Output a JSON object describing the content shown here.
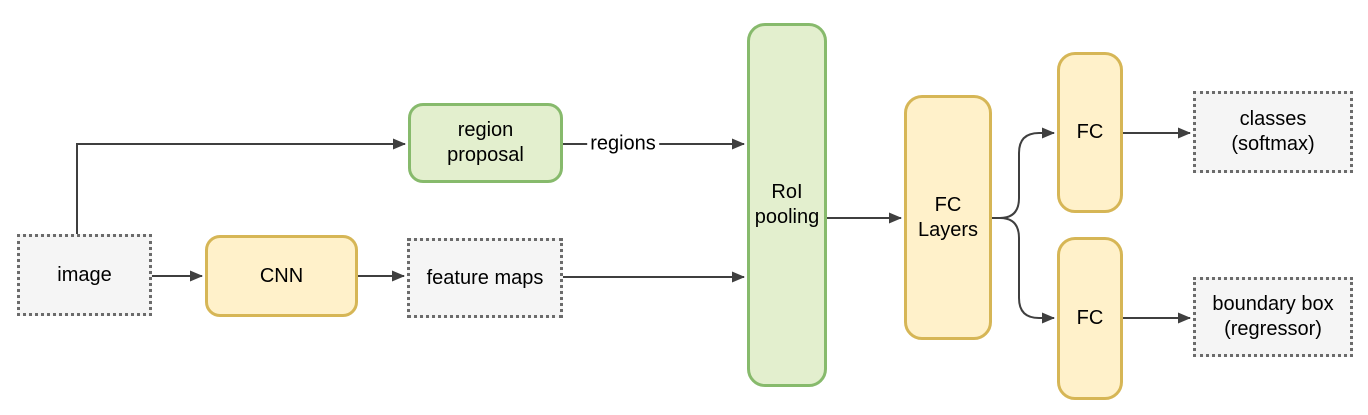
{
  "diagram": {
    "nodes": {
      "image": {
        "label": "image"
      },
      "cnn": {
        "label": "CNN"
      },
      "region_proposal": {
        "label": "region\nproposal"
      },
      "feature_maps": {
        "label": "feature maps"
      },
      "roi_pooling": {
        "label": "RoI\npooling"
      },
      "fc_layers": {
        "label": "FC\nLayers"
      },
      "fc_top": {
        "label": "FC"
      },
      "fc_bottom": {
        "label": "FC"
      },
      "classes_output": {
        "label": "classes\n(softmax)"
      },
      "boundary_output": {
        "label": "boundary box\n(regressor)"
      }
    },
    "edge_labels": {
      "regions": "regions"
    },
    "colors": {
      "yellow_fill": "#fff1ca",
      "yellow_border": "#d6b656",
      "green_fill": "#e3efce",
      "green_border": "#87ba6c",
      "gray_fill": "#f5f5f5",
      "gray_border": "#6b6b6b",
      "arrow": "#3f3f3f",
      "text": "#000000",
      "background": "#ffffff"
    }
  }
}
